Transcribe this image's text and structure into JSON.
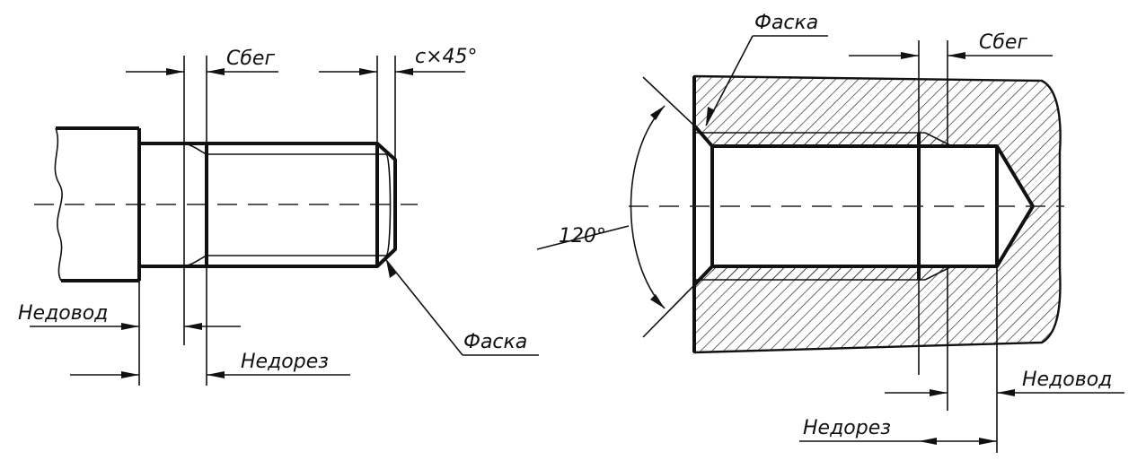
{
  "left_figure": {
    "label_runout": "Сбег",
    "label_chamfer_size": "c×45°",
    "label_undertravel": "Недовод",
    "label_undercut": "Недорез",
    "label_chamfer": "Фаска"
  },
  "right_figure": {
    "label_chamfer": "Фаска",
    "label_runout": "Сбег",
    "label_angle": "120°",
    "label_undertravel": "Недовод",
    "label_undercut": "Недорез"
  },
  "colors": {
    "ink": "#111111",
    "paper": "#ffffff"
  }
}
